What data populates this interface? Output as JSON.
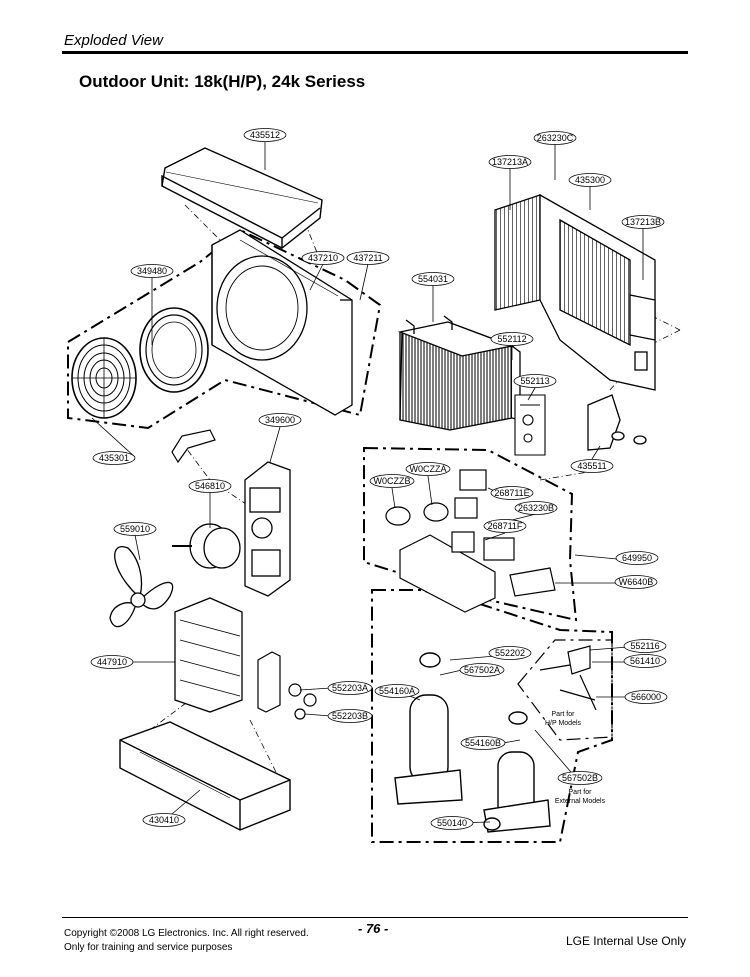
{
  "header": {
    "section": "Exploded View"
  },
  "title": "Outdoor Unit: 18k(H/P), 24k Seriess",
  "labels": {
    "l435512": "435512",
    "l263230C": "263230C",
    "l137213A": "137213A",
    "l435300": "435300",
    "l137213B": "137213B",
    "l349480": "349480",
    "l437210": "437210",
    "l437211": "437211",
    "l554031": "554031",
    "l552112": "552112",
    "l552113": "552113",
    "l435301": "435301",
    "l349600": "349600",
    "l435511": "435511",
    "lW0CZZA": "W0CZZA",
    "lW0CZZB": "W0CZZB",
    "l268711E": "268711E",
    "l263230B": "263230B",
    "l268711F": "268711F",
    "l546810": "546810",
    "l559010": "559010",
    "l649950": "649950",
    "lW6640B": "W6640B",
    "l447910": "447910",
    "l552116": "552116",
    "l552202": "552202",
    "l561410": "561410",
    "l567502A": "567502A",
    "l552203A": "552203A",
    "l554160A": "554160A",
    "l566000": "566000",
    "l552203B": "552203B",
    "l554160B": "554160B",
    "l567502B": "567502B",
    "l430410": "430410",
    "l550140": "550140"
  },
  "notes": {
    "hp_line1": "Part for",
    "hp_line2": "H/P Models",
    "ext_line1": "Part for",
    "ext_line2": "External Models"
  },
  "footer": {
    "copyright": "Copyright ©2008 LG Electronics. Inc. All right reserved.",
    "training": "Only for training and service purposes",
    "page_number": "- 76 -",
    "internal": "LGE Internal Use Only"
  }
}
